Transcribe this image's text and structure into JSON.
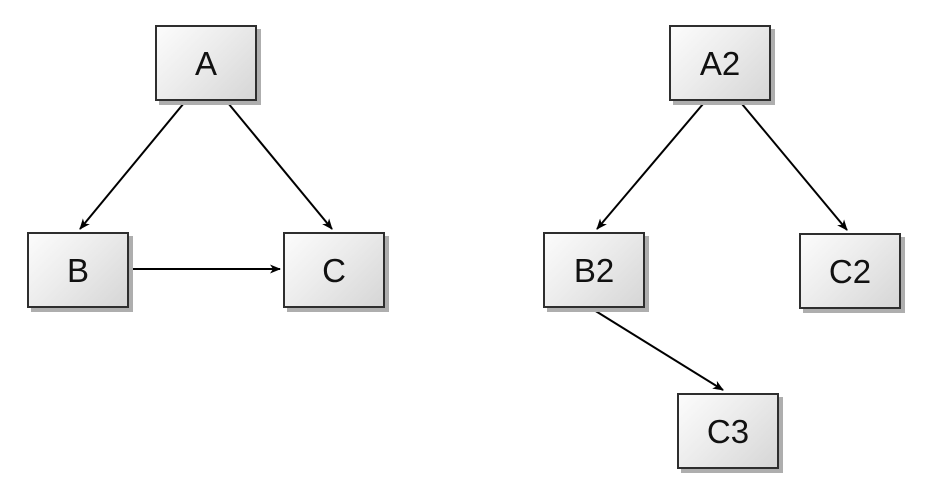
{
  "diagram": {
    "background_color": "#ffffff",
    "node_border_color": "#2e2e2e",
    "node_fill_top": "#fcfcfc",
    "node_fill_bottom": "#d6d6d6",
    "node_shadow_color": "#aeaeae",
    "edge_color": "#000000",
    "graphs": [
      {
        "name": "left-graph",
        "nodes": [
          {
            "id": "A",
            "label": "A"
          },
          {
            "id": "B",
            "label": "B"
          },
          {
            "id": "C",
            "label": "C"
          }
        ],
        "edges": [
          {
            "from": "A",
            "to": "B"
          },
          {
            "from": "A",
            "to": "C"
          },
          {
            "from": "B",
            "to": "C"
          }
        ]
      },
      {
        "name": "right-graph",
        "nodes": [
          {
            "id": "A2",
            "label": "A2"
          },
          {
            "id": "B2",
            "label": "B2"
          },
          {
            "id": "C2",
            "label": "C2"
          },
          {
            "id": "C3",
            "label": "C3"
          }
        ],
        "edges": [
          {
            "from": "A2",
            "to": "B2"
          },
          {
            "from": "A2",
            "to": "C2"
          },
          {
            "from": "B2",
            "to": "C3"
          }
        ]
      }
    ]
  }
}
